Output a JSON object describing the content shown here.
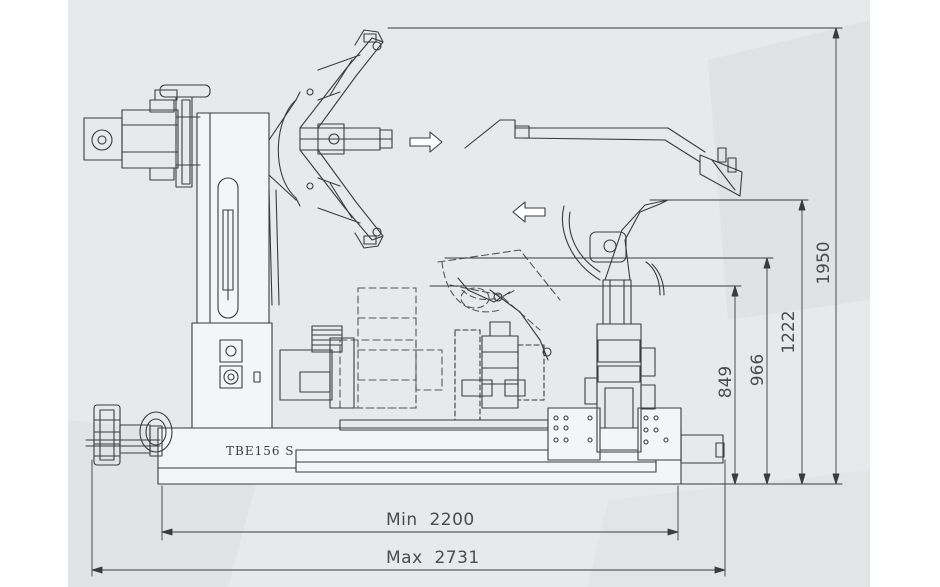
{
  "dimensions": {
    "width_min": "Min  2200",
    "width_max": "Max  2731",
    "height_1": "849",
    "height_2": "966",
    "height_3": "1222",
    "height_4": "1950"
  },
  "machine": {
    "model": "TBE156 S"
  },
  "colors": {
    "background": "#e7eaec",
    "line": "#3a3c3e",
    "dashed": "#55585a",
    "text": "#4a4c4e"
  },
  "icons": [
    "arrow-right-icon",
    "arrow-left-icon"
  ]
}
